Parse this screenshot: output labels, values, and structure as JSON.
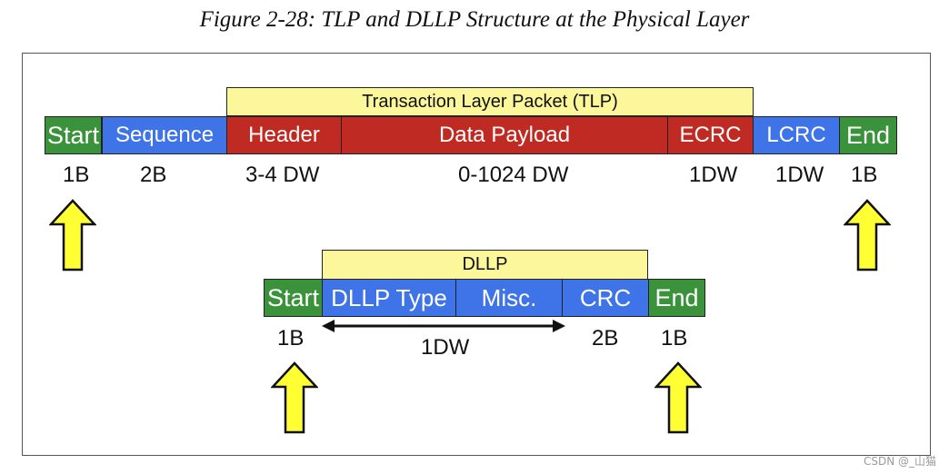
{
  "caption": "Figure 2-28: TLP and DLLP Structure at the Physical Layer",
  "tlp": {
    "bracket": "Transaction Layer Packet (TLP)",
    "fields": {
      "start": "Start",
      "sequence": "Sequence",
      "header": "Header",
      "data_payload": "Data Payload",
      "ecrc": "ECRC",
      "lcrc": "LCRC",
      "end": "End"
    },
    "sizes": {
      "start": "1B",
      "sequence": "2B",
      "header": "3-4 DW",
      "data_payload": "0-1024 DW",
      "ecrc": "1DW",
      "lcrc": "1DW",
      "end": "1B"
    }
  },
  "dllp": {
    "bracket": "DLLP",
    "fields": {
      "start": "Start",
      "dllp_type": "DLLP Type",
      "misc": "Misc.",
      "crc": "CRC",
      "end": "End"
    },
    "sizes": {
      "start": "1B",
      "span": "1DW",
      "crc": "2B",
      "end": "1B"
    }
  },
  "watermark": "CSDN @_山猫",
  "colors": {
    "framing": "#3a923a",
    "dll_field": "#3f73e8",
    "tl_field": "#bf2a22",
    "bracket": "#fbf79a",
    "arrow_fill": "#ffff33"
  }
}
